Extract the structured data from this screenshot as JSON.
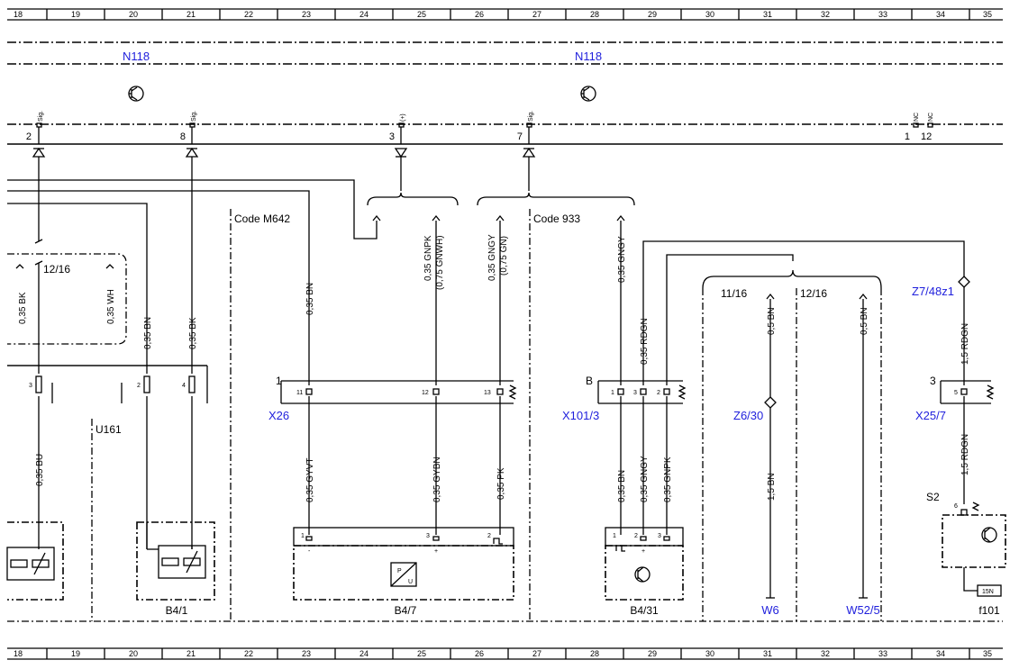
{
  "grid_numbers": [
    "18",
    "19",
    "20",
    "21",
    "22",
    "23",
    "24",
    "25",
    "26",
    "27",
    "28",
    "29",
    "30",
    "31",
    "32",
    "33",
    "34",
    "35"
  ],
  "modules": {
    "n118_left": "N118",
    "n118_right": "N118"
  },
  "pin_top": {
    "p2": "2",
    "p8": "8",
    "p3": "3",
    "p7": "7",
    "p1": "1",
    "p12": "12",
    "sig1": "Sig.",
    "sig2": "Sig.",
    "plus": "(+)",
    "sig3": "Sig.",
    "nc1": "NC",
    "nc2": "NC"
  },
  "codes": {
    "m642": "Code M642",
    "c933": "Code 933"
  },
  "wires": {
    "bk_left": "0,35 BK",
    "wh_left": "0,35 WH",
    "bn_20": "0,35 BN",
    "bk_21": "0,35 BK",
    "bn_23": "0,35 BN",
    "gnpk": "0,35 GNPK",
    "gnwh": "(0,75 GNWH)",
    "gngy": "0,35 GNGY",
    "gn": "(0,75 GN)",
    "gngy_28": "0,35 GNGY",
    "rdgn_29": "0,35 RDGN",
    "bn_31": "0,5 BN",
    "bn_33": "0,5 BN",
    "rdgn_34": "1,5 RDGN",
    "bu_18": "0,35 BU",
    "gyvt": "0,35 GYVT",
    "gybn": "0,35 GYBN",
    "pk": "0,35 PK",
    "bn_28": "0,35 BN",
    "gngy_29": "0,35 GNGY",
    "gnpk_30": "0,35 GNPK",
    "bn15_31": "1,5 BN",
    "rdgn15_34": "1,5 RDGN"
  },
  "continuations": {
    "c1": "12/16",
    "c2": "11/16",
    "c3": "12/16"
  },
  "connectors": {
    "x26": "X26",
    "x101": "X101/3",
    "x25": "X25/7",
    "x26_num": "1",
    "x101_letter": "B",
    "x25_num": "3",
    "x26_p1": "11",
    "x26_p2": "12",
    "x26_p3": "13",
    "x101_p1": "1",
    "x101_p2": "3",
    "x101_p3": "2",
    "x25_p": "5",
    "u161_p3": "3",
    "u161_p2": "2",
    "u161_p4": "4"
  },
  "splices": {
    "z7": "Z7/48z1",
    "z6": "Z6/30"
  },
  "components": {
    "u161": "U161",
    "b41": "B4/1",
    "b47": "B4/7",
    "b431": "B4/31",
    "w6": "W6",
    "w52": "W52/5",
    "f101": "f101",
    "s2": "S2",
    "b47_p1": "1",
    "b47_p3": "3",
    "b47_p2": "2",
    "b47_minus": "-",
    "b47_plus": "+",
    "b431_p1": "1",
    "b431_p2": "2",
    "b431_p3": "3",
    "b431_plus": "+",
    "s2_p": "6",
    "pu_p": "P",
    "pu_u": "U",
    "fuse": "15N"
  }
}
